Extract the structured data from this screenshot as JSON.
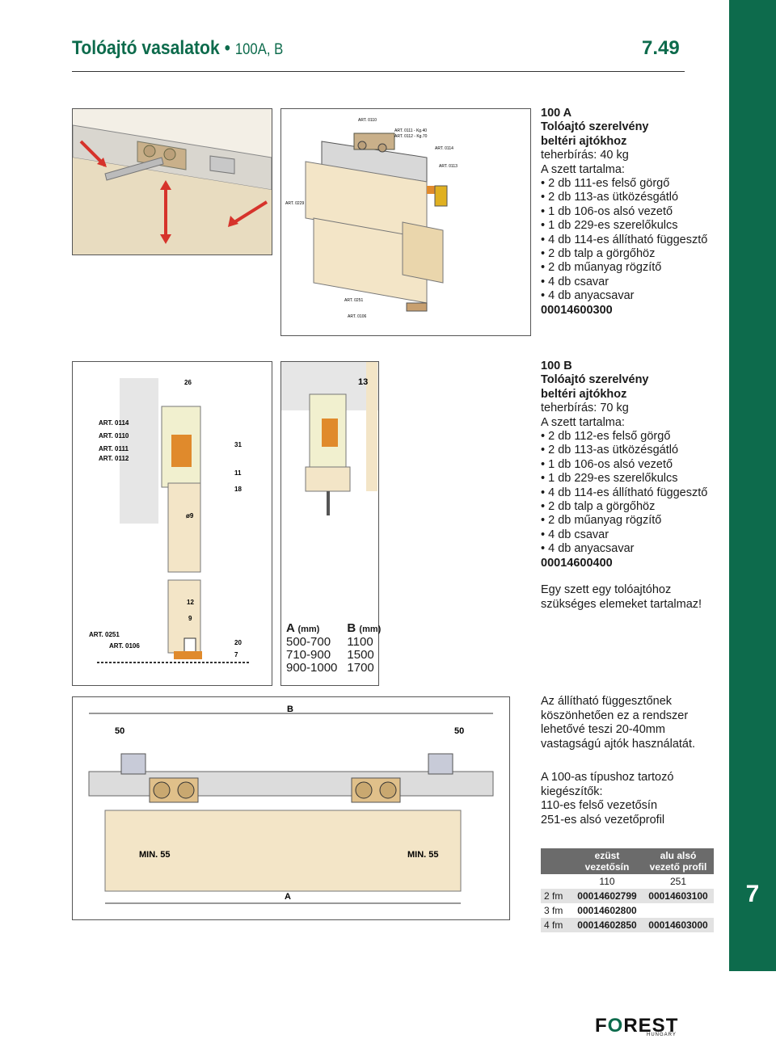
{
  "header": {
    "title": "Tolóajtó vasalatok",
    "separator": "•",
    "subtitle": "100A, B",
    "page_number": "7.49"
  },
  "side_band": {
    "number": "7",
    "color": "#0d6b4c"
  },
  "product_a": {
    "name": "100 A",
    "title_line1": "Tolóajtó szerelvény",
    "title_line2": "beltéri ajtókhoz",
    "load": "teherbírás: 40 kg",
    "contents_label": "A szett tartalma:",
    "items": [
      "2 db 111-es felső görgő",
      "2 db 113-as ütközésgátló",
      "1 db 106-os alsó vezető",
      "1 db 229-es szerelőkulcs",
      "4 db 114-es állítható függesztő",
      "2 db talp a görgőhöz",
      "2 db műanyag rögzítő",
      "4 db csavar",
      "4 db anyacsavar"
    ],
    "code": "00014600300"
  },
  "product_b": {
    "name": "100 B",
    "title_line1": "Tolóajtó szerelvény",
    "title_line2": "beltéri ajtókhoz",
    "load": "teherbírás: 70 kg",
    "contents_label": "A szett tartalma:",
    "items": [
      "2 db 112-es felső görgő",
      "2 db 113-as ütközésgátló",
      "1 db 106-os alsó vezető",
      "1 db 229-es szerelőkulcs",
      "4 db 114-es állítható függesztő",
      "2 db talp a görgőhöz",
      "2 db műanyag rögzítő",
      "4 db csavar",
      "4 db anyacsavar"
    ],
    "code": "00014600400"
  },
  "kit_note": {
    "line1": "Egy szett egy tolóajtóhoz",
    "line2": "szükséges elemeket tartalmaz!"
  },
  "adjust_note": {
    "line1": "Az állítható függesztőnek",
    "line2": "köszönhetően ez a rendszer",
    "line3": "lehetővé teszi 20-40mm",
    "line4": "vastagságú ajtók használatát."
  },
  "accessories_note": {
    "line1": "A 100-as típushoz tartozó",
    "line2": "kiegészítők:",
    "items": [
      "110-es felső vezetősín",
      "251-es alsó vezetőprofil"
    ]
  },
  "dimension_table": {
    "col_a": "A",
    "col_b": "B",
    "unit": "(mm)",
    "rows": [
      {
        "a": "500-700",
        "b": "1100"
      },
      {
        "a": "710-900",
        "b": "1500"
      },
      {
        "a": "900-1000",
        "b": "1700"
      }
    ]
  },
  "accessory_table": {
    "headers": [
      {
        "line1": "",
        "line2": ""
      },
      {
        "line1": "ezüst",
        "line2": "vezetősín"
      },
      {
        "line1": "alu alsó",
        "line2": "vezető profil"
      }
    ],
    "ref_row": [
      "",
      "110",
      "251"
    ],
    "rows": [
      {
        "length": "2 fm",
        "rail": "00014602799",
        "profile": "00014603100"
      },
      {
        "length": "3 fm",
        "rail": "00014602800",
        "profile": ""
      },
      {
        "length": "4 fm",
        "rail": "00014602850",
        "profile": "00014603000"
      }
    ]
  },
  "diagram_labels": {
    "exploded": [
      "ART. 0110",
      "ART. 0111 - Kg.40",
      "ART. 0112 - Kg.70",
      "ART. 0114",
      "ART. 0113",
      "ART. 0229",
      "ART. 0251",
      "ART. 0106"
    ],
    "section_left": [
      "26",
      "ART. 0114",
      "ART. 0110",
      "ART. 0111",
      "ART. 0112",
      "31",
      "11",
      "18",
      "ø9",
      "12",
      "9",
      "20",
      "7",
      "ART. 0251",
      "ART. 0106"
    ],
    "section_right": [
      "13"
    ],
    "bottom": {
      "b": "B",
      "left_50": "50",
      "right_50": "50",
      "min_left": "MIN. 55",
      "min_right": "MIN. 55",
      "a": "A"
    }
  },
  "logo": {
    "text_before": "F",
    "text_o": "O",
    "text_after": "REST",
    "sub": "HUNGARY"
  }
}
